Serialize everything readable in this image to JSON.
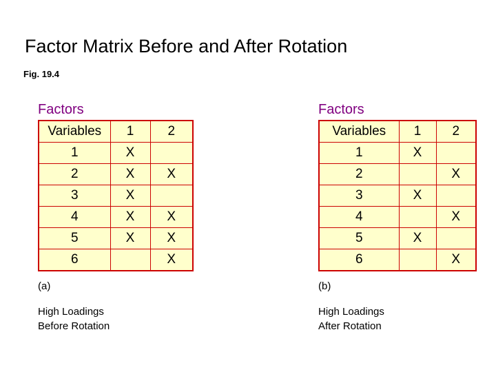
{
  "slide": {
    "title": "Factor Matrix Before and After Rotation",
    "figure_label": "Fig. 19.4",
    "accent_color": "#cc0000",
    "heading_color": "#800080",
    "cell_background": "#ffffcc"
  },
  "panels": [
    {
      "factors_label": "Factors",
      "headers": [
        "Variables",
        "1",
        "2"
      ],
      "rows": [
        {
          "variable": "1",
          "f1": "X",
          "f2": ""
        },
        {
          "variable": "2",
          "f1": "X",
          "f2": "X"
        },
        {
          "variable": "3",
          "f1": "X",
          "f2": ""
        },
        {
          "variable": "4",
          "f1": "X",
          "f2": "X"
        },
        {
          "variable": "5",
          "f1": "X",
          "f2": "X"
        },
        {
          "variable": "6",
          "f1": "",
          "f2": "X"
        }
      ],
      "caption": "(a)",
      "note_line1": "High Loadings",
      "note_line2": "Before Rotation"
    },
    {
      "factors_label": "Factors",
      "headers": [
        "Variables",
        "1",
        "2"
      ],
      "rows": [
        {
          "variable": "1",
          "f1": "X",
          "f2": ""
        },
        {
          "variable": "2",
          "f1": "",
          "f2": "X"
        },
        {
          "variable": "3",
          "f1": "X",
          "f2": ""
        },
        {
          "variable": "4",
          "f1": "",
          "f2": "X"
        },
        {
          "variable": "5",
          "f1": "X",
          "f2": ""
        },
        {
          "variable": "6",
          "f1": "",
          "f2": "X"
        }
      ],
      "caption": "(b)",
      "note_line1": "High Loadings",
      "note_line2": "After Rotation"
    }
  ]
}
